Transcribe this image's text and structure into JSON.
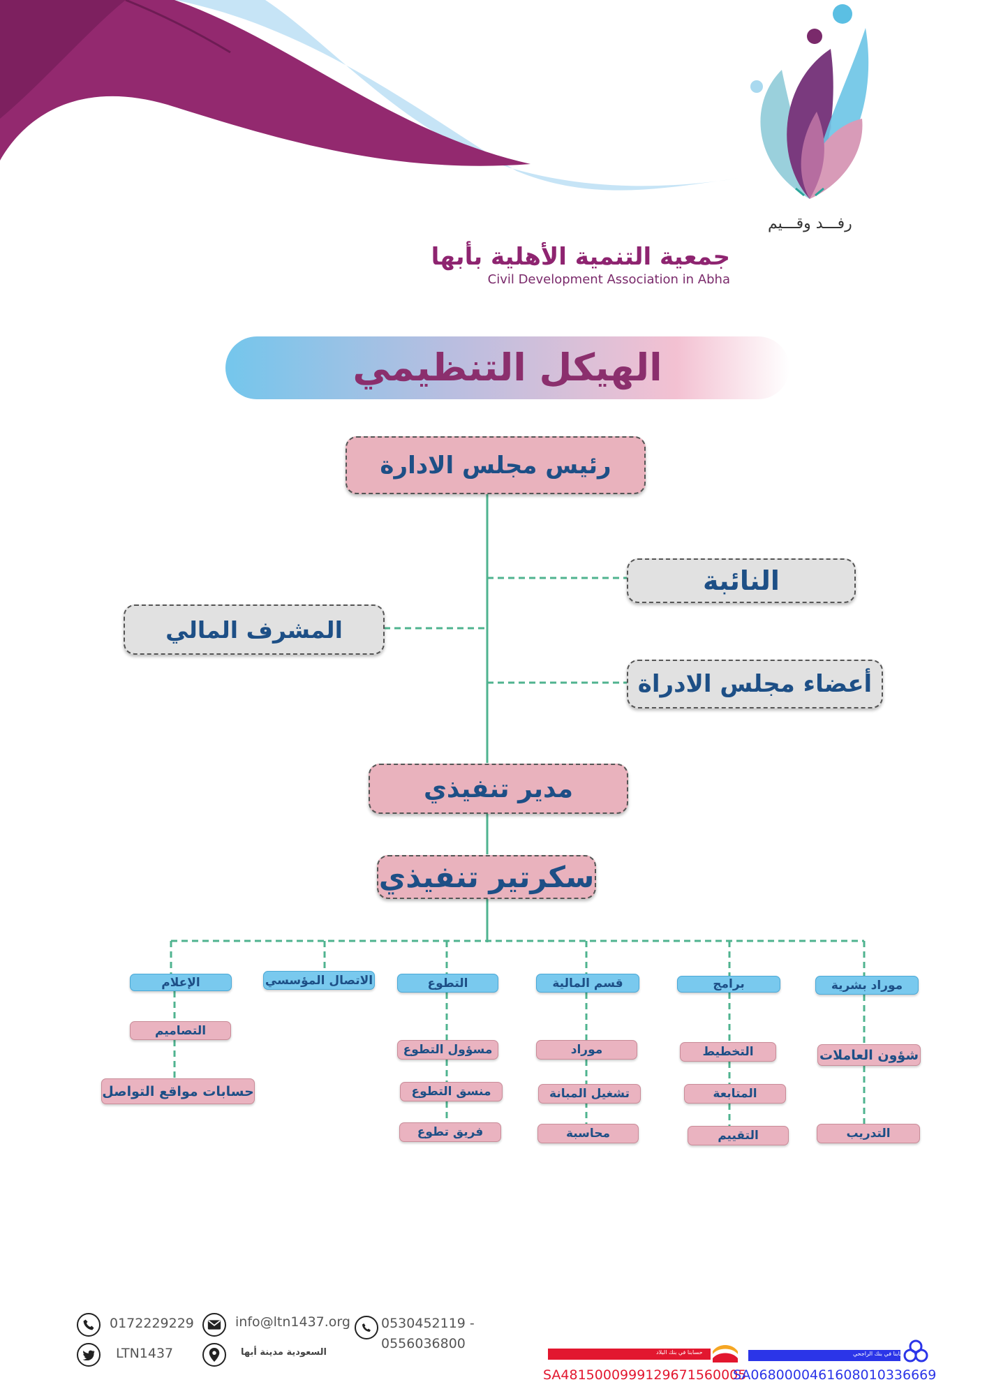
{
  "brand": {
    "name_ar": "جمعية التنمية الأهلية بأبها",
    "slogan_ar": "رفـــد وقـــيم",
    "name_en": "Civil Development Association in Abha"
  },
  "title": "الهيكل التنظيمي",
  "chart": {
    "top": "رئيس مجلس الادارة",
    "deputy": "النائبة",
    "finance_supervisor": "المشرف المالي",
    "board_members": "أعضاء مجلس الادراة",
    "executive_director": "مدير تنفيذي",
    "executive_secretary": "سكرتير تنفيذي",
    "departments": [
      {
        "name": "موراد بشرية",
        "items": [
          "شؤون العاملات",
          "التدريب"
        ]
      },
      {
        "name": "برامج",
        "items": [
          "التخطيط",
          "المتابعة",
          "التقييم"
        ]
      },
      {
        "name": "قسم المالية",
        "items": [
          "موراد",
          "تشغيل المبانة",
          "محاسبة"
        ]
      },
      {
        "name": "التطوع",
        "items": [
          "مسؤول التطوع",
          "منسق التطوع",
          "فريق تطوع"
        ]
      },
      {
        "name": "الاتصال المؤسسي",
        "items": []
      },
      {
        "name": "الإعلام",
        "items": [
          "التصاميم",
          "حسابات مواقع التواصل"
        ]
      }
    ]
  },
  "footer": {
    "phone": "0172229229",
    "email": "info@ltn1437.org",
    "whatsapp_line1": "0530452119 -",
    "whatsapp_line2": "0556036800",
    "twitter": "LTN1437",
    "location": "السعودية مدينة أبها",
    "iban_albilad": "SA4815000999129671560005",
    "iban_alrajhi": "SA0680000461608010336669",
    "bank_albilad_note": "حسابنا في بنك البلاد",
    "bank_alrajhi_note": "حسابنا في بنك الراجحي"
  },
  "colors": {
    "purple": "#8e2470",
    "light_blue": "#c6e4f6",
    "pink_box": "#e9b2bd",
    "gray_box": "#e1e1e1",
    "dept_blue": "#79c9ee",
    "connector": "#4fb38f",
    "text_blue": "#1d4f86",
    "bank_red": "#e2172f",
    "bank_blue": "#2b35e8"
  }
}
